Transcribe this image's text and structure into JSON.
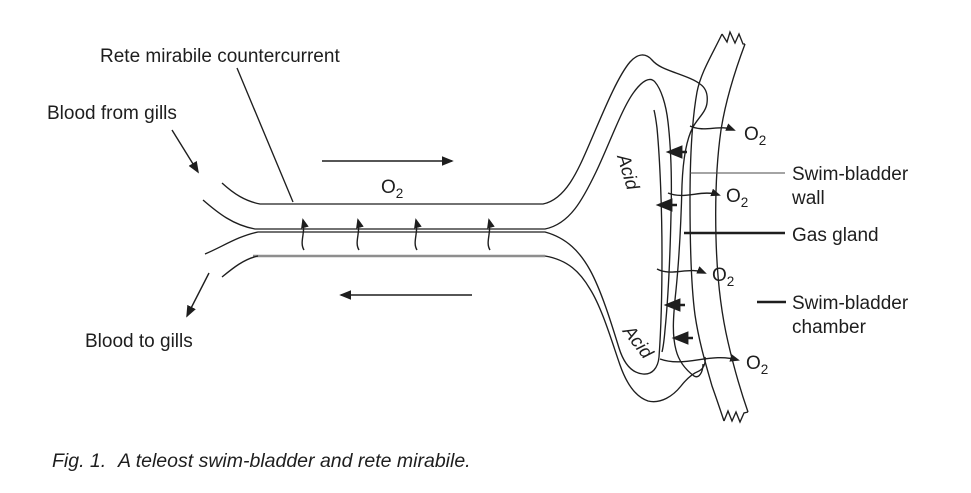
{
  "figure": {
    "labels": {
      "rete": "Rete mirabile countercurrent",
      "blood_from_gills": "Blood from gills",
      "blood_to_gills": "Blood to gills",
      "o2": "O",
      "o2_sub": "2",
      "acid_upper": "Acid",
      "acid_lower": "Acid",
      "swim_bladder_wall_1": "Swim-bladder",
      "swim_bladder_wall_2": "wall",
      "gas_gland": "Gas gland",
      "swim_bladder_chamber_1": "Swim-bladder",
      "swim_bladder_chamber_2": "chamber"
    },
    "caption": {
      "fig": "Fig. 1.",
      "text": "A teleost swim-bladder and rete mirabile."
    },
    "colors": {
      "ink": "#1e1e1e",
      "vessel_gray": "#8e8e8e",
      "thin_leader": "#4a4a4a",
      "background": "#ffffff"
    }
  }
}
